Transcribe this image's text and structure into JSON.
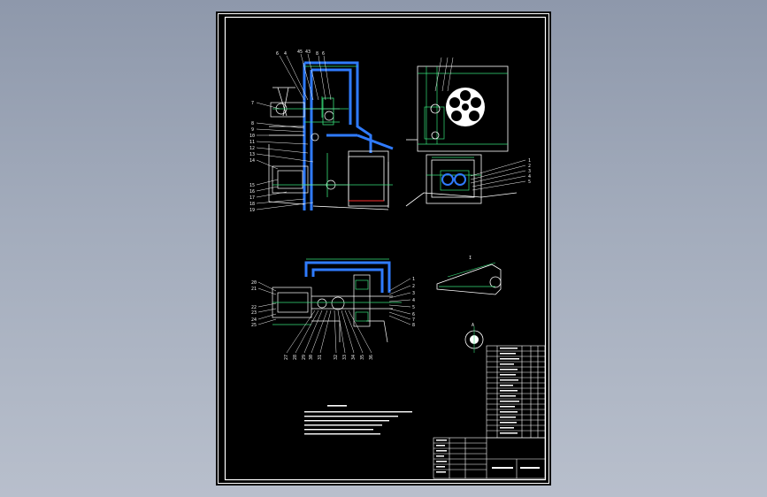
{
  "viewer": {
    "background_colors": [
      "#8e98ab",
      "#b8bfcc"
    ]
  },
  "drawing": {
    "sheet_color": "#000000",
    "line_colors": {
      "frame": "#ffffff",
      "housing": "#2f7bff",
      "outline": "#ffffff",
      "dimension": "#36e07a",
      "leader": "#f2f2f2",
      "accent": "#ff3030"
    },
    "callout_labels": {
      "view1_top": [
        "6",
        "4",
        "45",
        "43",
        "8",
        "6"
      ],
      "view1_left": [
        "7",
        "8",
        "9",
        "10",
        "11",
        "12",
        "13",
        "14",
        "15",
        "16",
        "17",
        "18",
        "19"
      ],
      "view2_right": [
        "1",
        "2",
        "3",
        "4",
        "5"
      ],
      "view3_left": [
        "20",
        "21",
        "22",
        "23",
        "24",
        "25"
      ],
      "view3_bottom": [
        "27",
        "28",
        "29",
        "30",
        "31",
        "32",
        "33",
        "34",
        "35",
        "36"
      ],
      "view3_right": [
        "1",
        "2",
        "3",
        "4",
        "5",
        "6",
        "7",
        "8"
      ]
    },
    "detail_labels": {
      "lever": "I",
      "circle": "A"
    }
  }
}
